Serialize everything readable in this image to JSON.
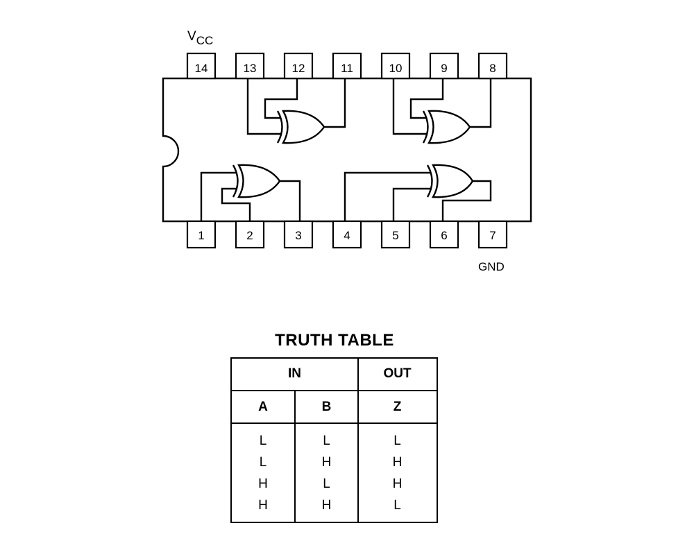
{
  "diagram": {
    "vcc_label": "V",
    "vcc_sub": "CC",
    "gnd_label": "GND",
    "top_pins": [
      "14",
      "13",
      "12",
      "11",
      "10",
      "9",
      "8"
    ],
    "bottom_pins": [
      "1",
      "2",
      "3",
      "4",
      "5",
      "6",
      "7"
    ]
  },
  "truth_table": {
    "title": "TRUTH TABLE",
    "group_in": "IN",
    "group_out": "OUT",
    "headers": [
      "A",
      "B",
      "Z"
    ],
    "rows": [
      [
        "L",
        "L",
        "L"
      ],
      [
        "L",
        "H",
        "H"
      ],
      [
        "H",
        "L",
        "H"
      ],
      [
        "H",
        "H",
        "L"
      ]
    ]
  }
}
